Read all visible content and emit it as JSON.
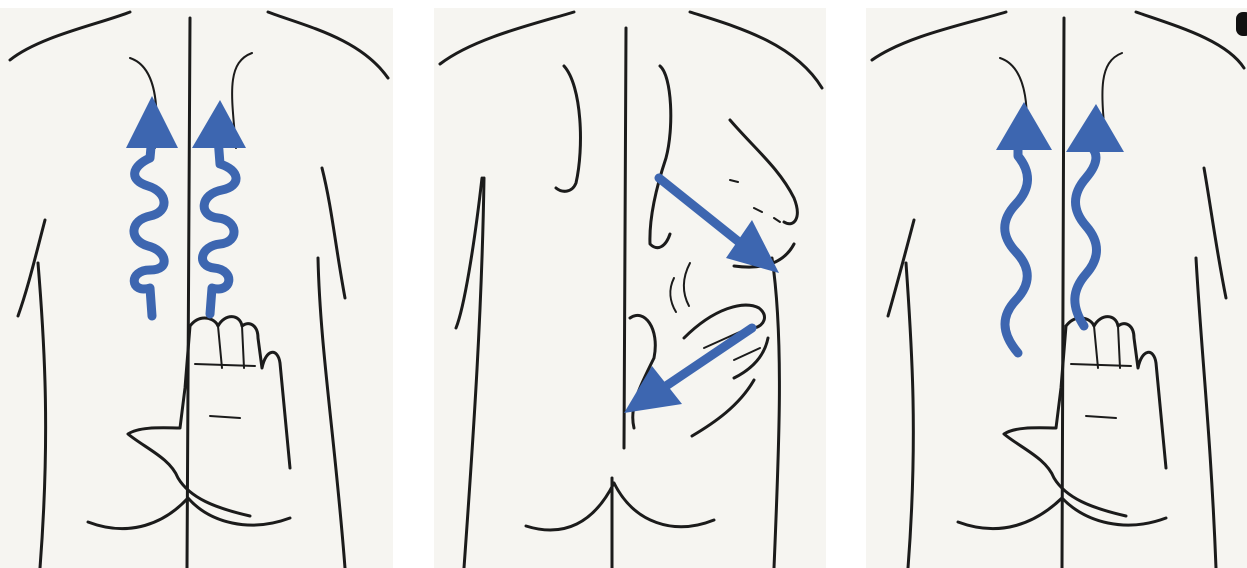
{
  "colors": {
    "arrow": "#3d66b0",
    "ink": "#1b1b1b",
    "paper": "#f6f5f1"
  },
  "panels": [
    {
      "arrow_style": "spiral",
      "hand_count": 1
    },
    {
      "arrow_style": "diagonal",
      "hand_count": 2
    },
    {
      "arrow_style": "wavy",
      "hand_count": 1
    }
  ]
}
